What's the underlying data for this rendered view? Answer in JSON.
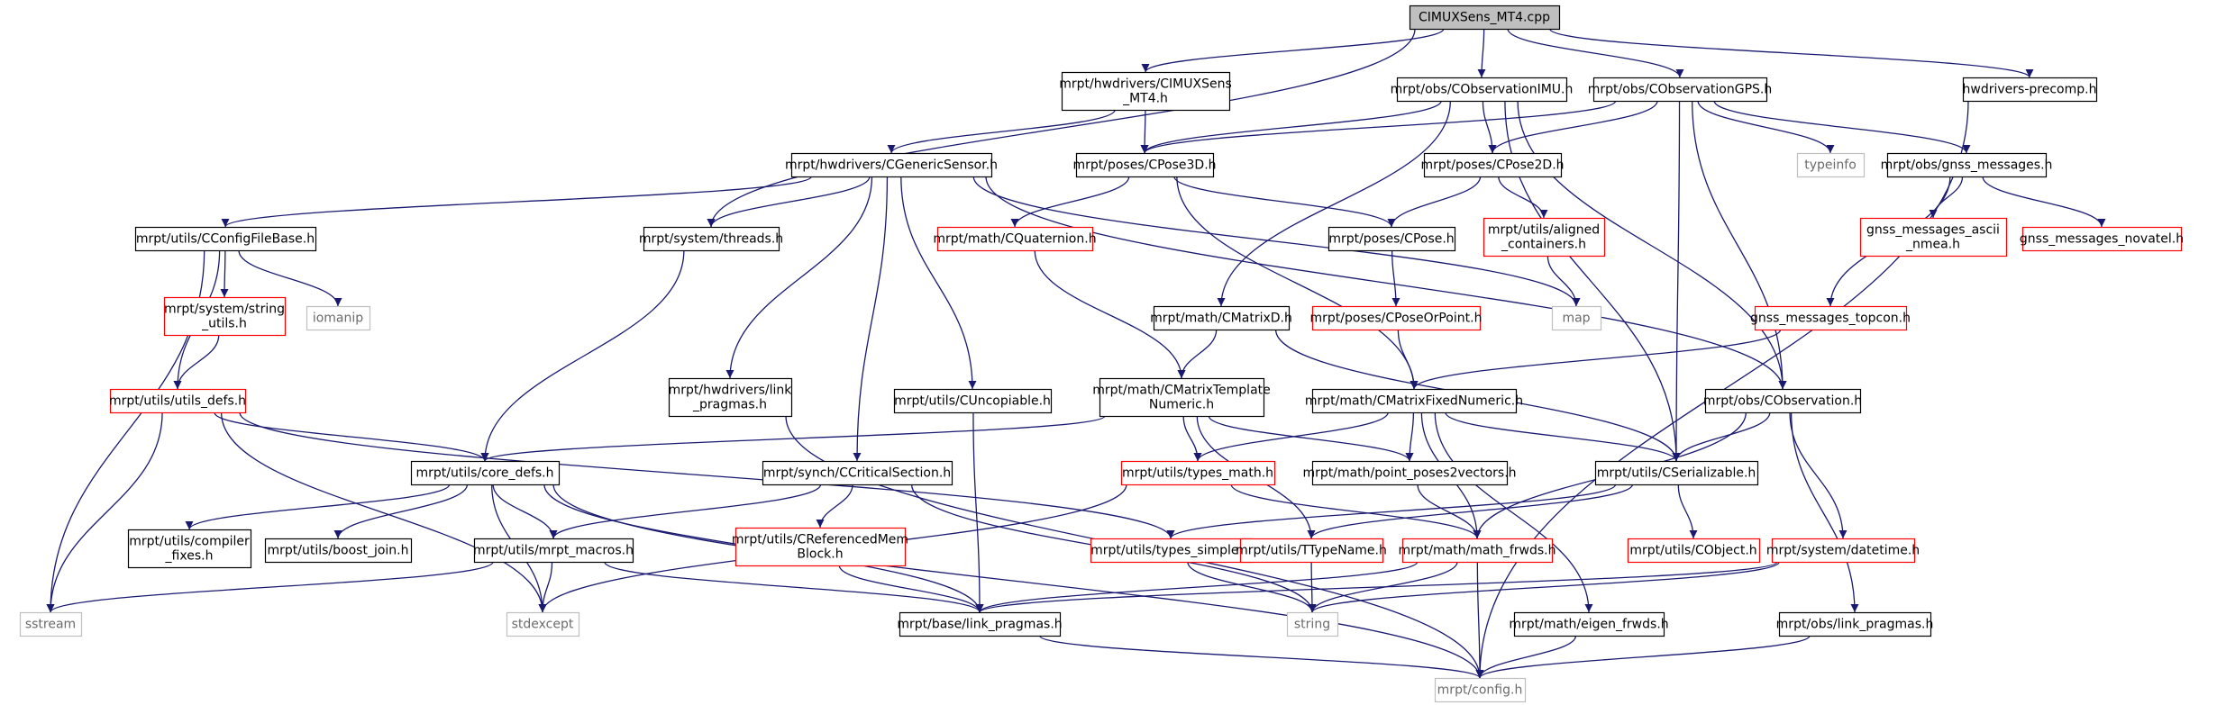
{
  "colors": {
    "edge": "#191970",
    "node_border": "#000000",
    "node_border_missing": "#ff0000",
    "node_border_system": "#bfbfbf",
    "root_fill": "#bfbfbf",
    "text": "#000000",
    "system_text": "#6b6b6b"
  },
  "nodes": [
    {
      "id": "root",
      "lines": [
        "CIMUXSens_MT4.cpp"
      ],
      "style": "root"
    },
    {
      "id": "cimux_h",
      "lines": [
        "mrpt/hwdrivers/CIMUXSens",
        "_MT4.h"
      ],
      "style": "normal"
    },
    {
      "id": "obs_imu",
      "lines": [
        "mrpt/obs/CObservationIMU.h"
      ],
      "style": "normal"
    },
    {
      "id": "obs_gps",
      "lines": [
        "mrpt/obs/CObservationGPS.h"
      ],
      "style": "normal"
    },
    {
      "id": "hw_precomp",
      "lines": [
        "hwdrivers-precomp.h"
      ],
      "style": "normal"
    },
    {
      "id": "generic_sensor",
      "lines": [
        "mrpt/hwdrivers/CGenericSensor.h"
      ],
      "style": "normal"
    },
    {
      "id": "cpose3d",
      "lines": [
        "mrpt/poses/CPose3D.h"
      ],
      "style": "normal"
    },
    {
      "id": "cpose2d",
      "lines": [
        "mrpt/poses/CPose2D.h"
      ],
      "style": "normal"
    },
    {
      "id": "typeinfo",
      "lines": [
        "typeinfo"
      ],
      "style": "system"
    },
    {
      "id": "gnss_messages",
      "lines": [
        "mrpt/obs/gnss_messages.h"
      ],
      "style": "normal"
    },
    {
      "id": "config_file_base",
      "lines": [
        "mrpt/utils/CConfigFileBase.h"
      ],
      "style": "normal"
    },
    {
      "id": "threads",
      "lines": [
        "mrpt/system/threads.h"
      ],
      "style": "normal"
    },
    {
      "id": "quaternion",
      "lines": [
        "mrpt/math/CQuaternion.h"
      ],
      "style": "missing"
    },
    {
      "id": "cpose",
      "lines": [
        "mrpt/poses/CPose.h"
      ],
      "style": "normal"
    },
    {
      "id": "aligned_containers",
      "lines": [
        "mrpt/utils/aligned",
        "_containers.h"
      ],
      "style": "missing"
    },
    {
      "id": "gnss_ascii",
      "lines": [
        "gnss_messages_ascii",
        "_nmea.h"
      ],
      "style": "missing"
    },
    {
      "id": "gnss_novatel",
      "lines": [
        "gnss_messages_novatel.h"
      ],
      "style": "missing"
    },
    {
      "id": "string_utils",
      "lines": [
        "mrpt/system/string",
        "_utils.h"
      ],
      "style": "missing"
    },
    {
      "id": "iomanip",
      "lines": [
        "iomanip"
      ],
      "style": "system"
    },
    {
      "id": "map",
      "lines": [
        "map"
      ],
      "style": "system"
    },
    {
      "id": "cmatrixd",
      "lines": [
        "mrpt/math/CMatrixD.h"
      ],
      "style": "normal"
    },
    {
      "id": "pose_or_point",
      "lines": [
        "mrpt/poses/CPoseOrPoint.h"
      ],
      "style": "missing"
    },
    {
      "id": "gnss_topcon",
      "lines": [
        "gnss_messages_topcon.h"
      ],
      "style": "missing"
    },
    {
      "id": "utils_defs",
      "lines": [
        "mrpt/utils/utils_defs.h"
      ],
      "style": "missing"
    },
    {
      "id": "hw_link_pragmas",
      "lines": [
        "mrpt/hwdrivers/link",
        "_pragmas.h"
      ],
      "style": "normal"
    },
    {
      "id": "uncopiable",
      "lines": [
        "mrpt/utils/CUncopiable.h"
      ],
      "style": "normal"
    },
    {
      "id": "matrix_template",
      "lines": [
        "mrpt/math/CMatrixTemplate",
        "Numeric.h"
      ],
      "style": "normal"
    },
    {
      "id": "matrix_fixed",
      "lines": [
        "mrpt/math/CMatrixFixedNumeric.h"
      ],
      "style": "normal"
    },
    {
      "id": "cobservation",
      "lines": [
        "mrpt/obs/CObservation.h"
      ],
      "style": "normal"
    },
    {
      "id": "core_defs",
      "lines": [
        "mrpt/utils/core_defs.h"
      ],
      "style": "normal"
    },
    {
      "id": "critical_section",
      "lines": [
        "mrpt/synch/CCriticalSection.h"
      ],
      "style": "normal"
    },
    {
      "id": "types_math",
      "lines": [
        "mrpt/utils/types_math.h"
      ],
      "style": "missing"
    },
    {
      "id": "point_poses2vectors",
      "lines": [
        "mrpt/math/point_poses2vectors.h"
      ],
      "style": "normal"
    },
    {
      "id": "cserializable",
      "lines": [
        "mrpt/utils/CSerializable.h"
      ],
      "style": "normal"
    },
    {
      "id": "compiler_fixes",
      "lines": [
        "mrpt/utils/compiler",
        "_fixes.h"
      ],
      "style": "normal"
    },
    {
      "id": "boost_join",
      "lines": [
        "mrpt/utils/boost_join.h"
      ],
      "style": "normal"
    },
    {
      "id": "mrpt_macros",
      "lines": [
        "mrpt/utils/mrpt_macros.h"
      ],
      "style": "normal"
    },
    {
      "id": "referenced_mem_block",
      "lines": [
        "mrpt/utils/CReferencedMem",
        "Block.h"
      ],
      "style": "missing"
    },
    {
      "id": "types_simple",
      "lines": [
        "mrpt/utils/types_simple.h"
      ],
      "style": "missing"
    },
    {
      "id": "ttypename",
      "lines": [
        "mrpt/utils/TTypeName.h"
      ],
      "style": "missing"
    },
    {
      "id": "math_frwds",
      "lines": [
        "mrpt/math/math_frwds.h"
      ],
      "style": "missing"
    },
    {
      "id": "cobject",
      "lines": [
        "mrpt/utils/CObject.h"
      ],
      "style": "missing"
    },
    {
      "id": "datetime",
      "lines": [
        "mrpt/system/datetime.h"
      ],
      "style": "missing"
    },
    {
      "id": "sstream",
      "lines": [
        "sstream"
      ],
      "style": "system"
    },
    {
      "id": "stdexcept",
      "lines": [
        "stdexcept"
      ],
      "style": "system"
    },
    {
      "id": "base_link_pragmas",
      "lines": [
        "mrpt/base/link_pragmas.h"
      ],
      "style": "normal"
    },
    {
      "id": "string",
      "lines": [
        "string"
      ],
      "style": "system"
    },
    {
      "id": "eigen_frwds",
      "lines": [
        "mrpt/math/eigen_frwds.h"
      ],
      "style": "normal"
    },
    {
      "id": "obs_link_pragmas",
      "lines": [
        "mrpt/obs/link_pragmas.h"
      ],
      "style": "normal"
    },
    {
      "id": "config",
      "lines": [
        "mrpt/config.h"
      ],
      "style": "system"
    }
  ],
  "edges": [
    [
      "root",
      "cimux_h"
    ],
    [
      "root",
      "obs_imu"
    ],
    [
      "root",
      "obs_gps"
    ],
    [
      "root",
      "hw_precomp"
    ],
    [
      "root",
      "threads"
    ],
    [
      "cimux_h",
      "generic_sensor"
    ],
    [
      "cimux_h",
      "cpose3d"
    ],
    [
      "obs_imu",
      "cpose3d"
    ],
    [
      "obs_imu",
      "cpose2d"
    ],
    [
      "obs_imu",
      "cmatrixd"
    ],
    [
      "obs_imu",
      "cserializable"
    ],
    [
      "obs_imu",
      "cobservation"
    ],
    [
      "obs_gps",
      "cpose3d"
    ],
    [
      "obs_gps",
      "cpose2d"
    ],
    [
      "obs_gps",
      "typeinfo"
    ],
    [
      "obs_gps",
      "gnss_messages"
    ],
    [
      "obs_gps",
      "cserializable"
    ],
    [
      "obs_gps",
      "cobservation"
    ],
    [
      "hw_precomp",
      "config"
    ],
    [
      "generic_sensor",
      "config_file_base"
    ],
    [
      "generic_sensor",
      "threads"
    ],
    [
      "generic_sensor",
      "map"
    ],
    [
      "generic_sensor",
      "hw_link_pragmas"
    ],
    [
      "generic_sensor",
      "uncopiable"
    ],
    [
      "generic_sensor",
      "critical_section"
    ],
    [
      "generic_sensor",
      "cobservation"
    ],
    [
      "cpose3d",
      "quaternion"
    ],
    [
      "cpose3d",
      "cpose"
    ],
    [
      "cpose3d",
      "matrix_fixed"
    ],
    [
      "cpose2d",
      "cpose"
    ],
    [
      "cpose2d",
      "aligned_containers"
    ],
    [
      "gnss_messages",
      "gnss_ascii"
    ],
    [
      "gnss_messages",
      "gnss_novatel"
    ],
    [
      "gnss_messages",
      "gnss_topcon"
    ],
    [
      "config_file_base",
      "string_utils"
    ],
    [
      "config_file_base",
      "iomanip"
    ],
    [
      "config_file_base",
      "utils_defs"
    ],
    [
      "config_file_base",
      "sstream"
    ],
    [
      "threads",
      "core_defs"
    ],
    [
      "quaternion",
      "matrix_template"
    ],
    [
      "cpose",
      "pose_or_point"
    ],
    [
      "aligned_containers",
      "map"
    ],
    [
      "string_utils",
      "utils_defs"
    ],
    [
      "cmatrixd",
      "matrix_template"
    ],
    [
      "cmatrixd",
      "cserializable"
    ],
    [
      "pose_or_point",
      "matrix_fixed"
    ],
    [
      "gnss_topcon",
      "matrix_fixed"
    ],
    [
      "utils_defs",
      "core_defs"
    ],
    [
      "utils_defs",
      "types_simple"
    ],
    [
      "utils_defs",
      "sstream"
    ],
    [
      "utils_defs",
      "stdexcept"
    ],
    [
      "hw_link_pragmas",
      "config"
    ],
    [
      "uncopiable",
      "base_link_pragmas"
    ],
    [
      "matrix_template",
      "core_defs"
    ],
    [
      "matrix_template",
      "types_math"
    ],
    [
      "matrix_template",
      "point_poses2vectors"
    ],
    [
      "matrix_template",
      "ttypename"
    ],
    [
      "matrix_fixed",
      "types_math"
    ],
    [
      "matrix_fixed",
      "point_poses2vectors"
    ],
    [
      "matrix_fixed",
      "cserializable"
    ],
    [
      "matrix_fixed",
      "math_frwds"
    ],
    [
      "matrix_fixed",
      "eigen_frwds"
    ],
    [
      "cobservation",
      "cserializable"
    ],
    [
      "cobservation",
      "math_frwds"
    ],
    [
      "cobservation",
      "datetime"
    ],
    [
      "cobservation",
      "obs_link_pragmas"
    ],
    [
      "core_defs",
      "compiler_fixes"
    ],
    [
      "core_defs",
      "boost_join"
    ],
    [
      "core_defs",
      "mrpt_macros"
    ],
    [
      "core_defs",
      "base_link_pragmas"
    ],
    [
      "core_defs",
      "stdexcept"
    ],
    [
      "core_defs",
      "config"
    ],
    [
      "critical_section",
      "referenced_mem_block"
    ],
    [
      "critical_section",
      "mrpt_macros"
    ],
    [
      "critical_section",
      "string"
    ],
    [
      "types_math",
      "math_frwds"
    ],
    [
      "types_math",
      "stdexcept"
    ],
    [
      "point_poses2vectors",
      "math_frwds"
    ],
    [
      "cserializable",
      "cobject"
    ],
    [
      "cserializable",
      "ttypename"
    ],
    [
      "cserializable",
      "types_simple"
    ],
    [
      "mrpt_macros",
      "sstream"
    ],
    [
      "mrpt_macros",
      "stdexcept"
    ],
    [
      "mrpt_macros",
      "base_link_pragmas"
    ],
    [
      "referenced_mem_block",
      "base_link_pragmas"
    ],
    [
      "types_simple",
      "string"
    ],
    [
      "ttypename",
      "string"
    ],
    [
      "math_frwds",
      "base_link_pragmas"
    ],
    [
      "math_frwds",
      "string"
    ],
    [
      "math_frwds",
      "config"
    ],
    [
      "datetime",
      "base_link_pragmas"
    ],
    [
      "datetime",
      "string"
    ],
    [
      "base_link_pragmas",
      "config"
    ],
    [
      "eigen_frwds",
      "config"
    ],
    [
      "obs_link_pragmas",
      "config"
    ]
  ]
}
